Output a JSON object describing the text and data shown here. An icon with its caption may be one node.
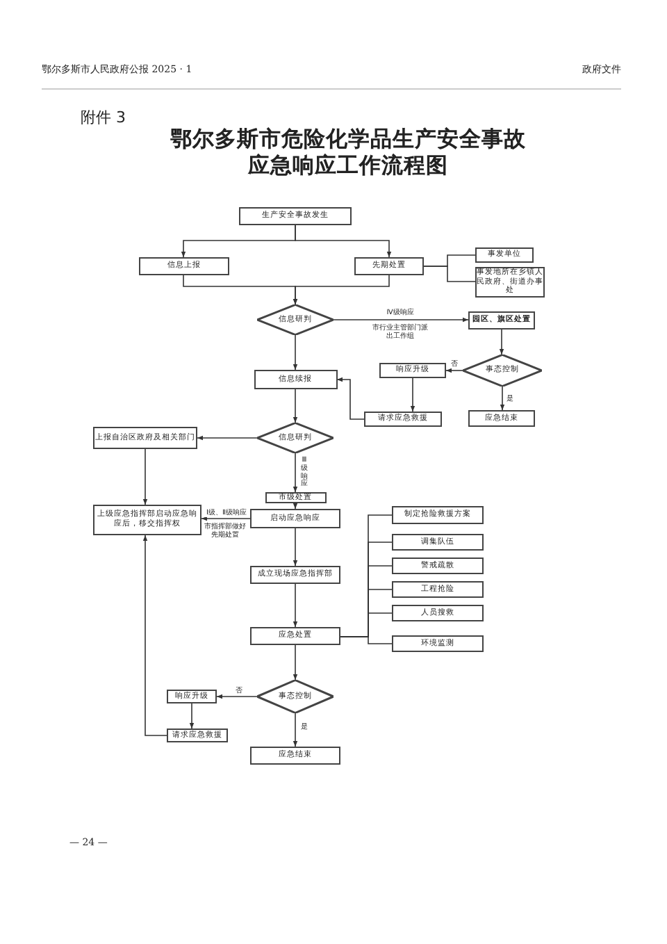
{
  "diagram": {
    "title": "鄂尔多斯市危险化学品生产安全事故应急响应工作流程图",
    "nodes": [
      {
        "text": [
          "生产安全事故发生"
        ]
      },
      {
        "text": [
          "信息上报"
        ]
      },
      {
        "text": [
          "先期处置"
        ]
      },
      {
        "text": [
          "事发单位"
        ]
      },
      {
        "text": [
          "事发地所在乡镇人民政府、街道办事处"
        ]
      },
      {
        "text": [
          "信息研判"
        ]
      },
      {
        "text": [
          "园区、旗区处置"
        ]
      },
      {
        "text": [
          "事态控制"
        ]
      },
      {
        "text": [
          "响应升级"
        ]
      },
      {
        "text": [
          "信息续报"
        ]
      },
      {
        "text": [
          "请求应急救援"
        ]
      },
      {
        "text": [
          "应急结束"
        ]
      },
      {
        "text": [
          "上报自治区政府及相关部门"
        ]
      },
      {
        "text": [
          "信息研判"
        ]
      },
      {
        "text": [
          "市级处置"
        ]
      },
      {
        "text": [
          "上级应急指挥部启动应急响应后，移交指挥权"
        ]
      },
      {
        "text": [
          "启动应急响应"
        ]
      },
      {
        "text": [
          "成立现场应急指挥部"
        ]
      },
      {
        "text": [
          "制定抢险救援方案"
        ]
      },
      {
        "text": [
          "调集队伍"
        ]
      },
      {
        "text": [
          "警戒疏散"
        ]
      },
      {
        "text": [
          "工程抢险"
        ]
      },
      {
        "text": [
          "人员搜救"
        ]
      },
      {
        "text": [
          "环境监测"
        ]
      },
      {
        "text": [
          "应急处置"
        ]
      },
      {
        "text": [
          "事态控制"
        ]
      },
      {
        "text": [
          "响应升级"
        ]
      },
      {
        "text": [
          "请求应急救援"
        ]
      },
      {
        "text": [
          "应急结束"
        ]
      }
    ],
    "edges": [
      {
        "from": 0,
        "to": 1,
        "arrow": "to"
      },
      {
        "from": 0,
        "to": 2,
        "arrow": "to"
      },
      {
        "from": 2,
        "to": 3,
        "arrow": "none"
      },
      {
        "from": 2,
        "to": 4,
        "arrow": "none"
      },
      {
        "from": 1,
        "to": 5,
        "arrow": "to"
      },
      {
        "from": 2,
        "to": 5,
        "arrow": "to"
      },
      {
        "from": 5,
        "to": 6,
        "arrow": "to",
        "label": "Ⅳ级响应"
      },
      {
        "from": 6,
        "to": 7,
        "arrow": "to"
      },
      {
        "from": 7,
        "to": 8,
        "arrow": "to",
        "label": "否"
      },
      {
        "from": 7,
        "to": 11,
        "arrow": "to",
        "label": "是"
      },
      {
        "from": 8,
        "to": 10,
        "arrow": "to"
      },
      {
        "from": 10,
        "to": 9,
        "arrow": "to"
      },
      {
        "from": 5,
        "to": 9,
        "arrow": "to"
      },
      {
        "from": 9,
        "to": 13,
        "arrow": "to"
      },
      {
        "from": 13,
        "to": 12,
        "arrow": "to"
      },
      {
        "from": 13,
        "to": 14,
        "arrow": "to",
        "label": "Ⅲ级响应"
      },
      {
        "from": 14,
        "to": 16,
        "arrow": "to"
      },
      {
        "from": 16,
        "to": 15,
        "arrow": "to",
        "label": "Ⅰ级、Ⅱ级响应"
      },
      {
        "from": 12,
        "to": 15,
        "arrow": "to"
      },
      {
        "from": 16,
        "to": 17,
        "arrow": "to"
      },
      {
        "from": 17,
        "to": 24,
        "arrow": "to"
      },
      {
        "from": 24,
        "to": 18,
        "arrow": "none"
      },
      {
        "from": 24,
        "to": 19,
        "arrow": "none"
      },
      {
        "from": 24,
        "to": 20,
        "arrow": "none"
      },
      {
        "from": 24,
        "to": 21,
        "arrow": "none"
      },
      {
        "from": 24,
        "to": 22,
        "arrow": "none"
      },
      {
        "from": 24,
        "to": 23,
        "arrow": "none"
      },
      {
        "from": 24,
        "to": 25,
        "arrow": "to"
      },
      {
        "from": 25,
        "to": 26,
        "arrow": "to",
        "label": "否"
      },
      {
        "from": 25,
        "to": 28,
        "arrow": "to",
        "label": "是"
      },
      {
        "from": 26,
        "to": 27,
        "arrow": "to"
      },
      {
        "from": 27,
        "to": 15,
        "arrow": "to"
      }
    ],
    "labels": [
      "鄂尔多斯市人民政府公报 2025 · 1",
      "政府文件",
      "附件 3",
      "市行业主管部门派出工作组",
      "市指挥部做好先期处置",
      "— 24 —"
    ]
  }
}
